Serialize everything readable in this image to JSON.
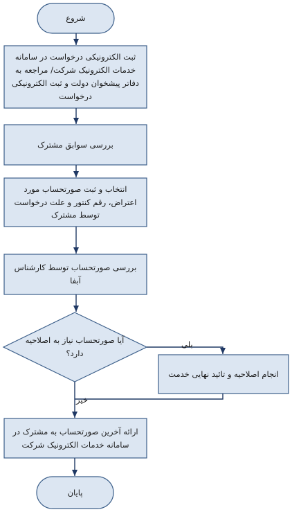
{
  "nodes": {
    "start": "شروع",
    "register": "ثبت الکترونیکی درخواست در سامانه خدمات الکترونیک شرکت/ مراجعه به دفاتر پیشخوان دولت و ثبت الکترونیکی درخواست",
    "review_history": "بررسی سوابق مشترک",
    "select_bill": "انتخاب و ثبت صورتحساب مورد اعتراض، رقم کنتور و علت درخواست توسط مشترک",
    "expert_review": "بررسی صورتحساب توسط کارشناس آبفا",
    "decision": "آیا صورتحساب نیاز به اصلاحیه دارد؟",
    "correction": "انجام اصلاحیه و تائید نهایی خدمت",
    "deliver_bill": "ارائه آخرین صورتحساب به مشترک  در سامانه خدمات الکترونیک شرکت",
    "end": "پایان"
  },
  "edges": {
    "yes": "بلی",
    "no": "خیر"
  },
  "colors": {
    "fill": "#dce6f2",
    "stroke": "#3c5f8a",
    "arrow": "#1f3864"
  }
}
